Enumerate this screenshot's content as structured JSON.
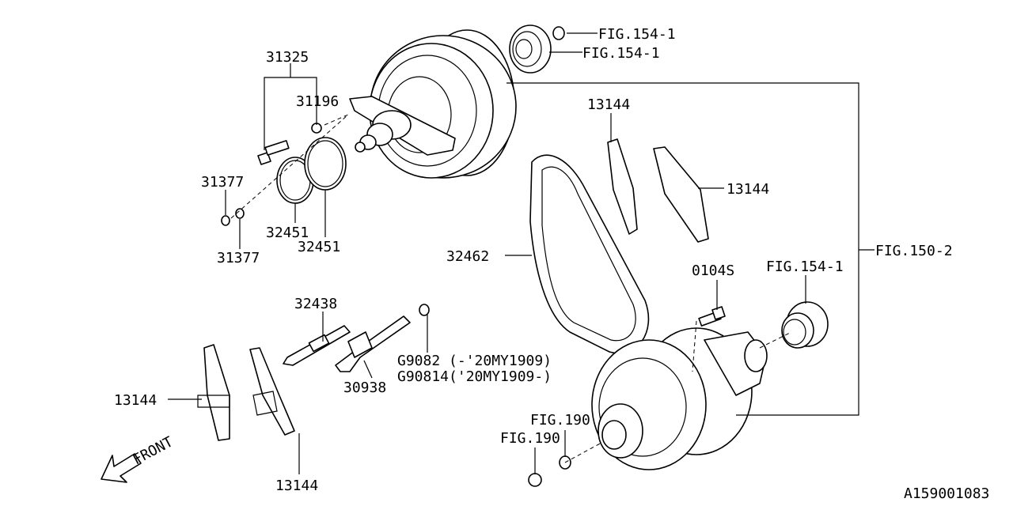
{
  "diagram_id": "A159001083",
  "front_label": "FRONT",
  "labels": {
    "p31325": "31325",
    "p31196": "31196",
    "p31377_a": "31377",
    "p31377_b": "31377",
    "p32451_a": "32451",
    "p32451_b": "32451",
    "p13144_top": "13144",
    "p13144_right": "13144",
    "p13144_left": "13144",
    "p13144_bottom": "13144",
    "p32462": "32462",
    "p32438": "32438",
    "p30938": "30938",
    "p0104s": "0104S",
    "g9082": "G9082 (-'20MY1909)",
    "g90814": "G90814('20MY1909-)"
  },
  "fig_refs": {
    "fig154_1_a": "FIG.154-1",
    "fig154_1_b": "FIG.154-1",
    "fig154_1_c": "FIG.154-1",
    "fig150_2": "FIG.150-2",
    "fig190_a": "FIG.190",
    "fig190_b": "FIG.190"
  }
}
